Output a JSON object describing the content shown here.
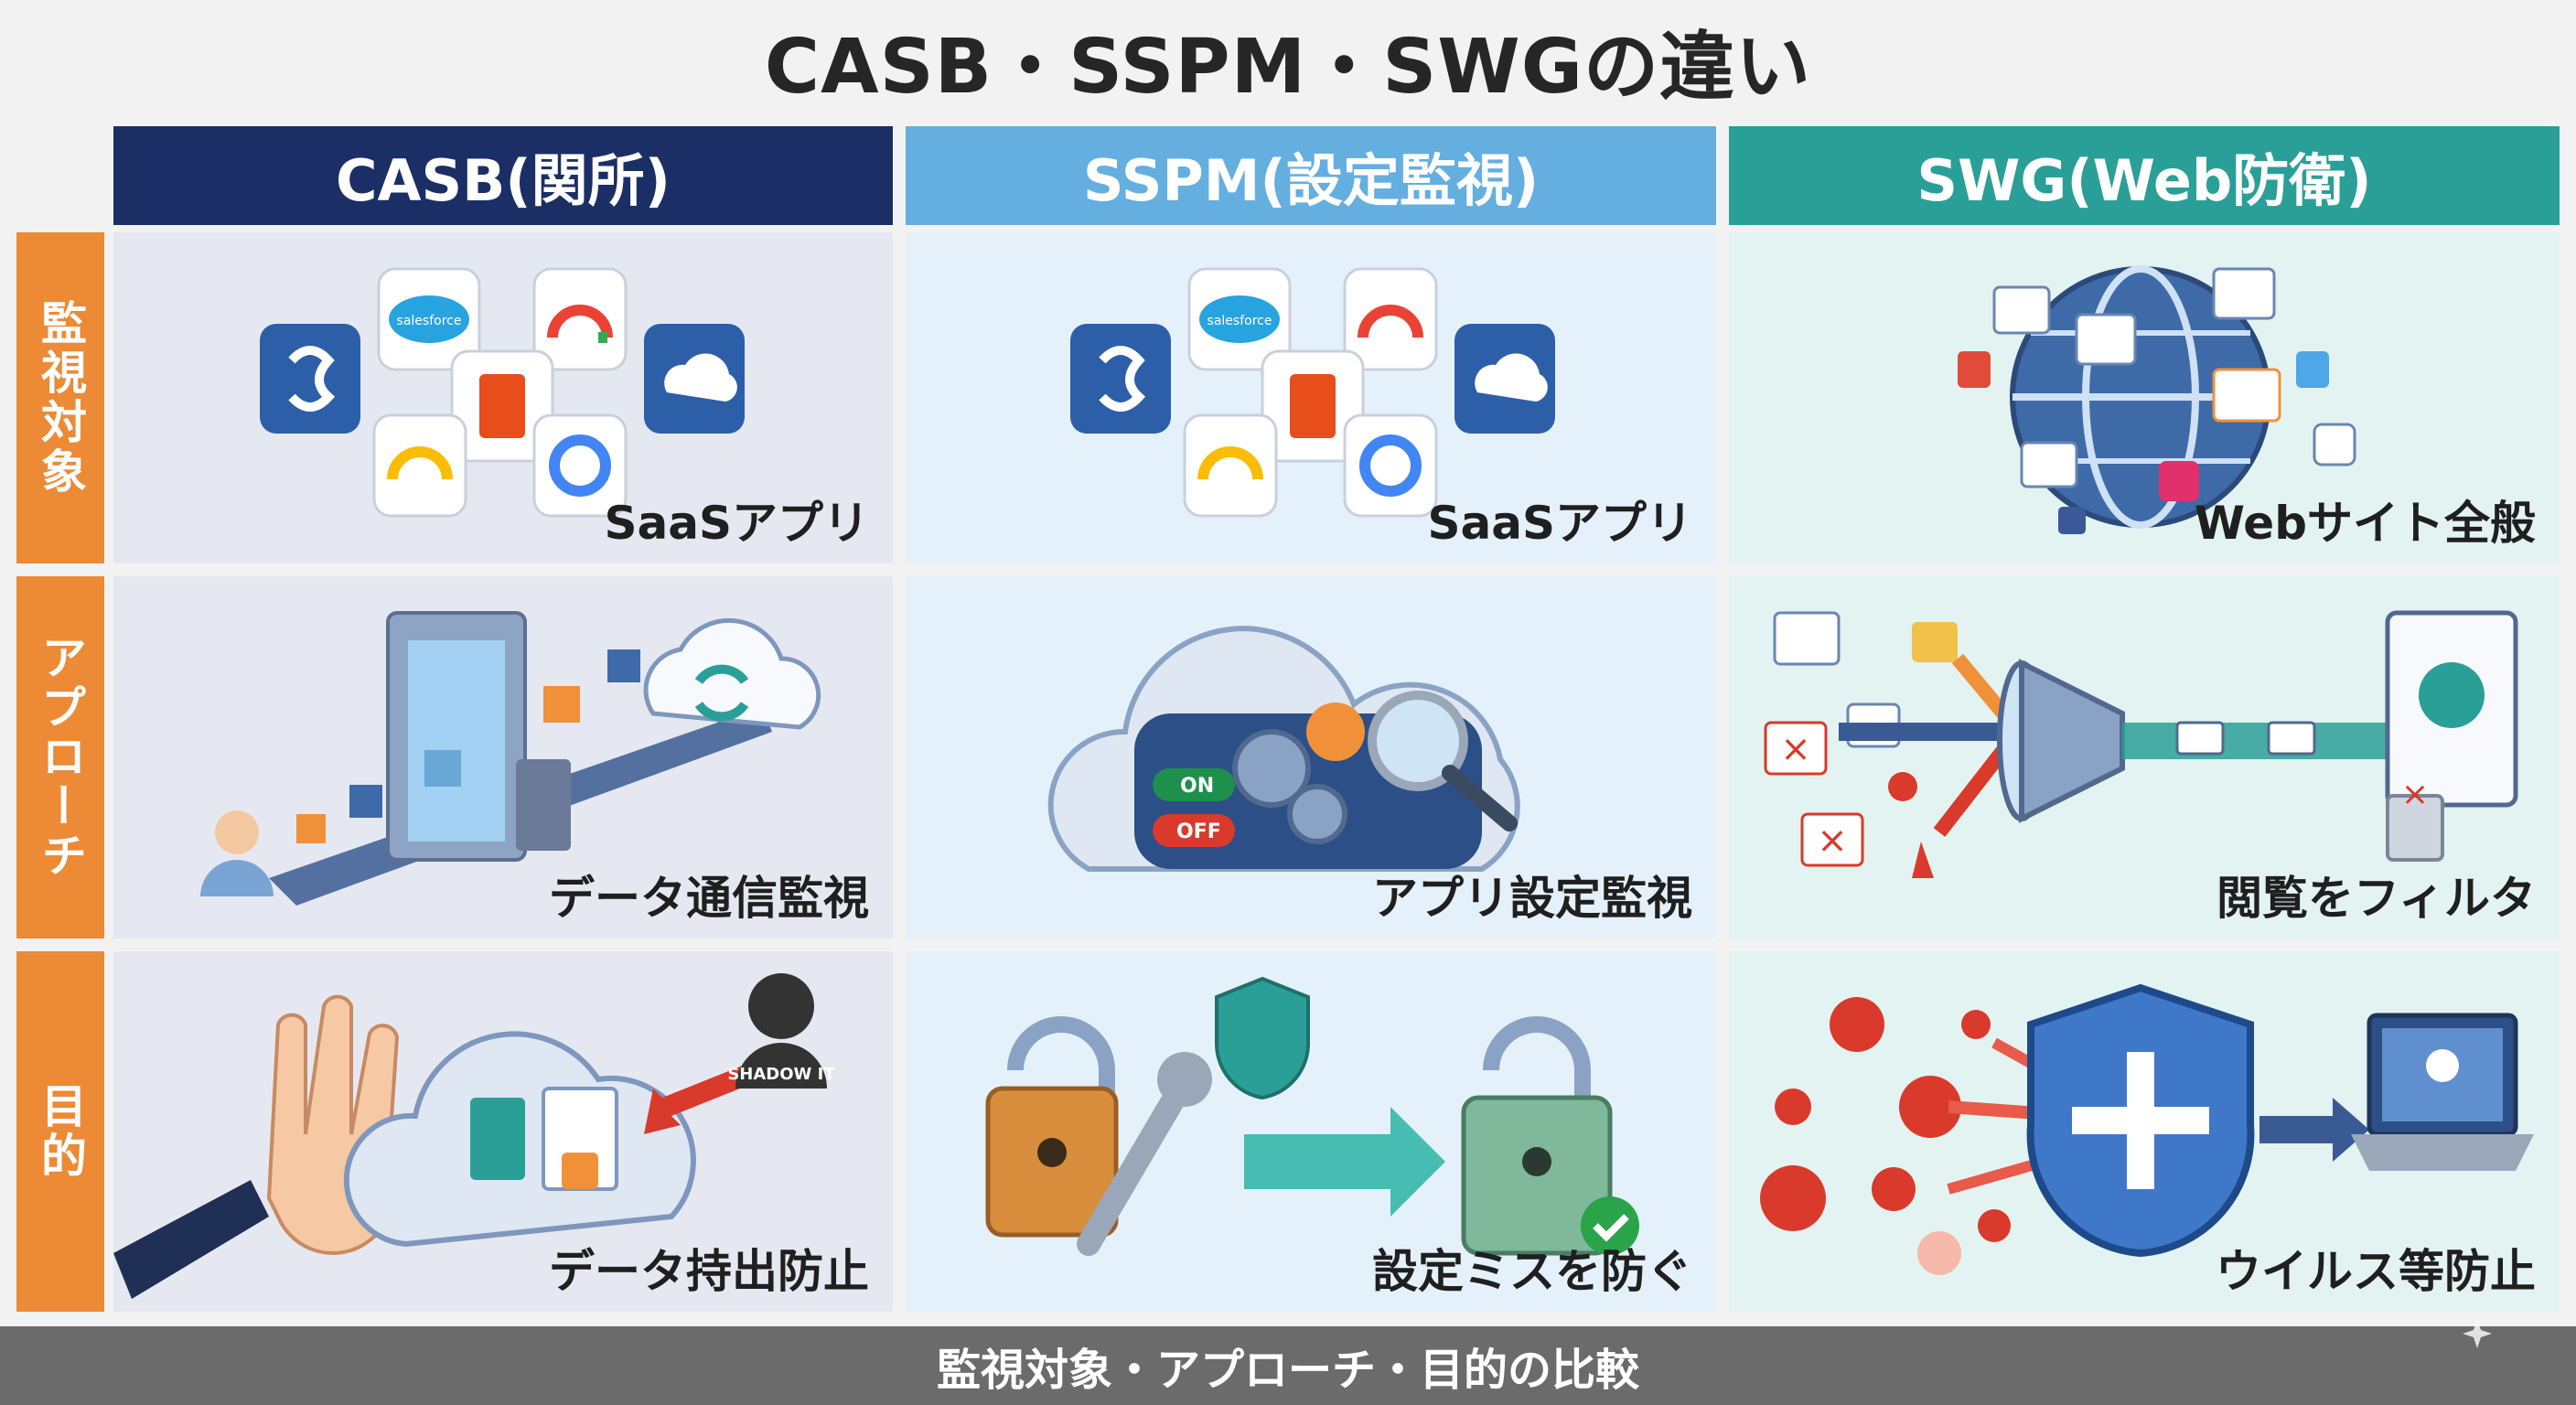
{
  "title": "CASB・SSPM・SWGの違い",
  "columns": [
    {
      "label": "CASB(関所)",
      "color": "#1b2f66"
    },
    {
      "label": "SSPM(設定監視)",
      "color": "#64aee0"
    },
    {
      "label": "SWG(Web防衛)",
      "color": "#2a9f97"
    }
  ],
  "rows": [
    {
      "label": "監視対象",
      "cells": [
        "SaaSアプリ",
        "SaaSアプリ",
        "Webサイト全般"
      ]
    },
    {
      "label": "アプローチ",
      "cells": [
        "データ通信監視",
        "アプリ設定監視",
        "閲覧をフィルタ"
      ]
    },
    {
      "label": "目的",
      "cells": [
        "データ持出防止",
        "設定ミスを防ぐ",
        "ウイルス等防止"
      ]
    }
  ],
  "illustration_text": {
    "salesforce": "salesforce",
    "shadow_it": "SHADOW IT",
    "on": "ON",
    "off": "OFF"
  },
  "footer": "監視対象・アプローチ・目的の比較",
  "colors": {
    "row_header": "#ec8a35",
    "cell_casb": "#e6e8f1",
    "cell_sspm": "#e5f1fa",
    "cell_swg": "#e3f3f1",
    "footer": "#6b6b6b"
  }
}
